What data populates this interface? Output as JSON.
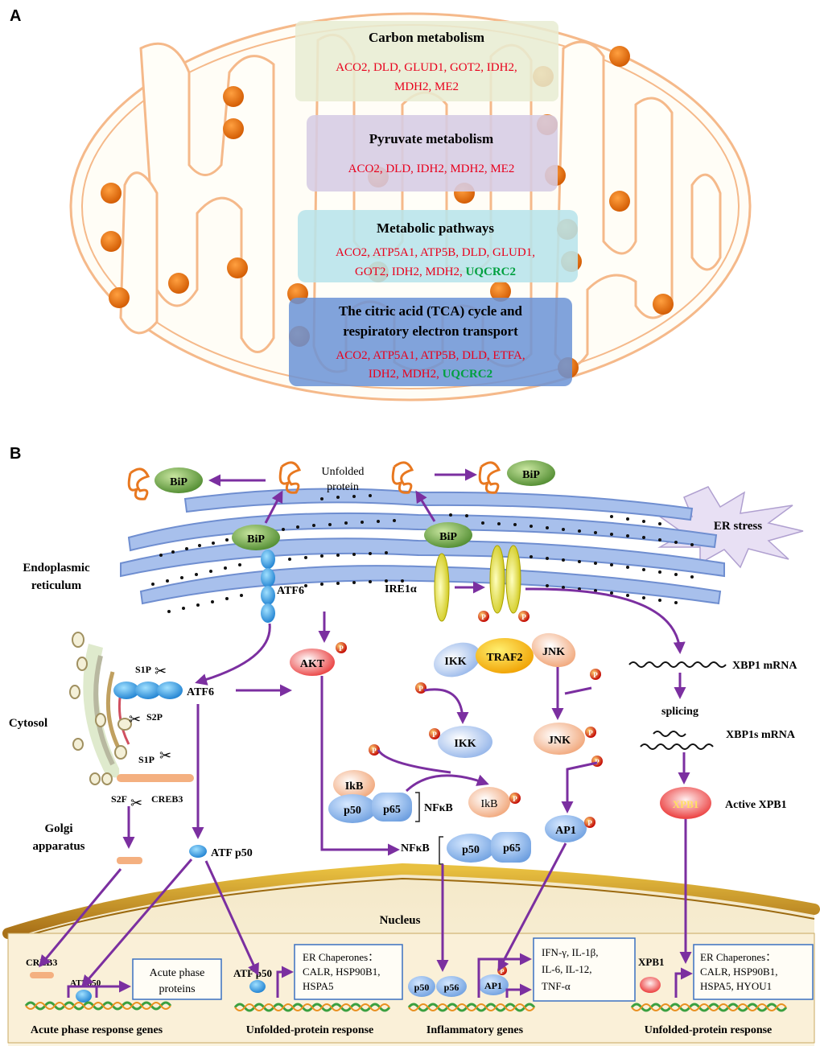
{
  "panel_a": {
    "label": "A",
    "boxes": [
      {
        "title": "Carbon metabolism",
        "lines": [
          [
            {
              "t": "ACO2, DLD, GLUD1, GOT2, IDH2,",
              "c": "red"
            }
          ],
          [
            {
              "t": "MDH2, ME2",
              "c": "red"
            }
          ]
        ]
      },
      {
        "title": "Pyruvate metabolism",
        "lines": [
          [
            {
              "t": "ACO2, DLD, IDH2, MDH2, ME2",
              "c": "red"
            }
          ]
        ]
      },
      {
        "title": "Metabolic pathways",
        "lines": [
          [
            {
              "t": "ACO2, ATP5A1, ATP5B, DLD, GLUD1,",
              "c": "red"
            }
          ],
          [
            {
              "t": "GOT2, IDH2, MDH2, ",
              "c": "red"
            },
            {
              "t": "UQCRC2",
              "c": "green"
            }
          ]
        ]
      },
      {
        "title": "The citric acid (TCA) cycle and",
        "title2": "respiratory electron transport",
        "lines": [
          [
            {
              "t": "ACO2, ATP5A1, ATP5B, DLD, ETFA,",
              "c": "red"
            }
          ],
          [
            {
              "t": "IDH2, MDH2, ",
              "c": "red"
            },
            {
              "t": "UQCRC2",
              "c": "green"
            }
          ]
        ]
      }
    ]
  },
  "panel_b": {
    "label": "B",
    "bip": "BiP",
    "unfolded_protein": [
      "Unfolded",
      "protein"
    ],
    "er_stress": "ER stress",
    "er_label": [
      "Endoplasmic",
      "reticulum"
    ],
    "atf6": "ATF6",
    "ire1a": "IRE1α",
    "akt": "AKT",
    "ikk": "IKK",
    "traf2": "TRAF2",
    "jnk": "JNK",
    "p": "P",
    "xbp1_mrna": "XBP1 mRNA",
    "splicing": "splicing",
    "xbp1s_mrna": "XBP1s mRNA",
    "xpb1": "XPB1",
    "active_xpb1": "Active XPB1",
    "cytosol": "Cytosol",
    "golgi": [
      "Golgi",
      "apparatus"
    ],
    "s1p": "S1P",
    "s2p": "S2P",
    "s2f": "S2F",
    "creb3": "CREB3",
    "atf_p50": "ATF p50",
    "atfp50_small": "ATFp50",
    "ikb": "IkB",
    "p50": "p50",
    "p65": "p65",
    "p56": "p56",
    "nfkb": "NFκB",
    "ap1": "AP1",
    "nucleus": "Nucleus",
    "gene_boxes": {
      "acute": [
        "Acute phase",
        "proteins"
      ],
      "upr1": [
        "ER Chaperones：",
        "CALR, HSP90B1,",
        "HSPA5"
      ],
      "inflam": [
        "IFN-γ, IL-1β,",
        "IL-6, IL-12,",
        "TNF-α"
      ],
      "upr2": [
        "ER Chaperones：",
        "CALR, HSP90B1,",
        "HSPA5, HYOU1"
      ]
    },
    "gene_labels": [
      "Acute phase response  genes",
      "Unfolded-protein response",
      "Inflammatory genes",
      "Unfolded-protein response"
    ]
  },
  "colors": {
    "mito_outline": "#f5b98a",
    "red_gene": "#e8001c",
    "green_gene": "#00a040",
    "arrow": "#7b2fa0",
    "er": "#7fa0d8",
    "box_carbon": "#e8ecd2",
    "box_pyruvate": "#d6cce4",
    "box_metabolic": "#b8e4ea",
    "box_tca": "#6b93d6"
  }
}
